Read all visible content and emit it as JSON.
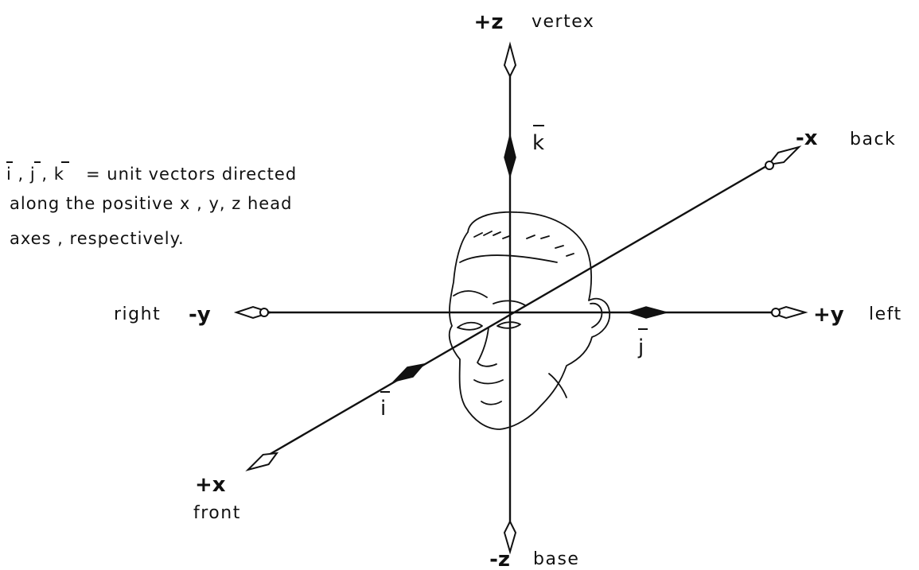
{
  "axes": {
    "pos_z": {
      "sign": "+z",
      "word": "vertex"
    },
    "neg_z": {
      "sign": "-z",
      "word": "base"
    },
    "pos_y": {
      "sign": "+y",
      "word": "left"
    },
    "neg_y": {
      "sign": "-y",
      "word": "right"
    },
    "pos_x": {
      "sign": "+x",
      "word": "front"
    },
    "neg_x": {
      "sign": "-x",
      "word": "back"
    }
  },
  "vectors": {
    "i": "i",
    "j": "j",
    "k": "k"
  },
  "note": {
    "symbols": "i , j , k",
    "line1_rest": "= unit vectors directed",
    "line2": "along  the positive x , y, z  head",
    "line3": "axes , respectively."
  }
}
